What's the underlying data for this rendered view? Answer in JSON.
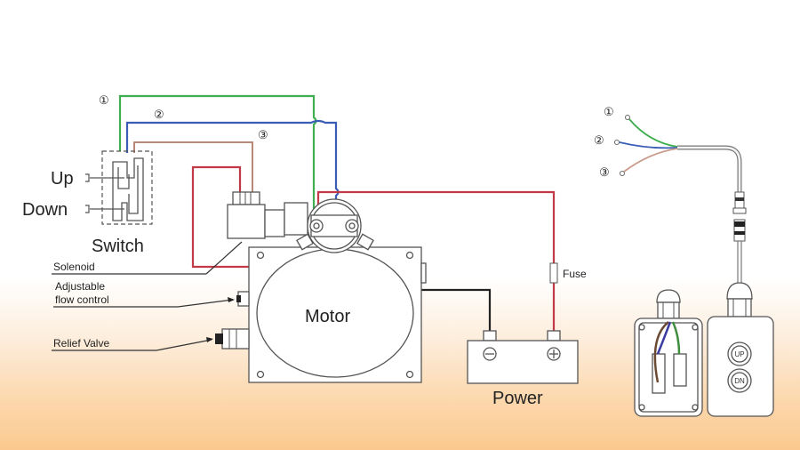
{
  "diagram": {
    "labels": {
      "up": "Up",
      "down": "Down",
      "switch": "Switch",
      "solenoid": "Solenoid",
      "adjustable_line1": "Adjustable",
      "adjustable_line2": "flow control",
      "relief_valve": "Relief Valve",
      "motor": "Motor",
      "fuse": "Fuse",
      "power": "Power",
      "minus": "−",
      "plus": "+",
      "up_button": "UP",
      "down_button": "DN"
    },
    "wire_numbers": [
      "①",
      "②",
      "③"
    ],
    "remote_wire_numbers": [
      "①",
      "②",
      "③"
    ],
    "colors": {
      "wire1": "#3fae4f",
      "wire2": "#3a5db5",
      "wire3": "#b07a66",
      "power_red": "#c23a48",
      "ground_black": "#222222",
      "background_bottom": "#fbc98f"
    }
  }
}
